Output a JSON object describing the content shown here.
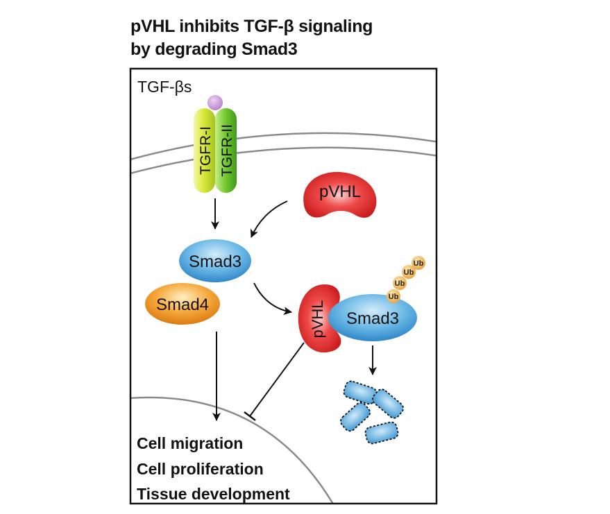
{
  "title": {
    "line1": "pVHL inhibits TGF-β signaling",
    "line2": "by degrading Smad3"
  },
  "ligand_label": "TGF-βs",
  "receptors": {
    "type1": "TGFR-I",
    "type2": "TGFR-II"
  },
  "proteins": {
    "pvhl_free": "pVHL",
    "smad3": "Smad3",
    "smad4": "Smad4",
    "pvhl_bound": "pVHL",
    "smad3_bound": "Smad3"
  },
  "ubiquitin_label": "Ub",
  "outcomes": [
    "Cell migration",
    "Cell proliferation",
    "Tissue development"
  ],
  "colors": {
    "cell_border": "#111111",
    "membrane": "#8a8a8a",
    "ligand": "#c99ad6",
    "receptor_yellow": "#d7e83a",
    "receptor_green": "#6cc32e",
    "pvhl_red": "#e32b2b",
    "smad3_blue": "#5aaedf",
    "smad4_orange": "#f29b25",
    "ubiquitin": "#f5b94c",
    "fragment_blue": "#6fbfe8"
  }
}
